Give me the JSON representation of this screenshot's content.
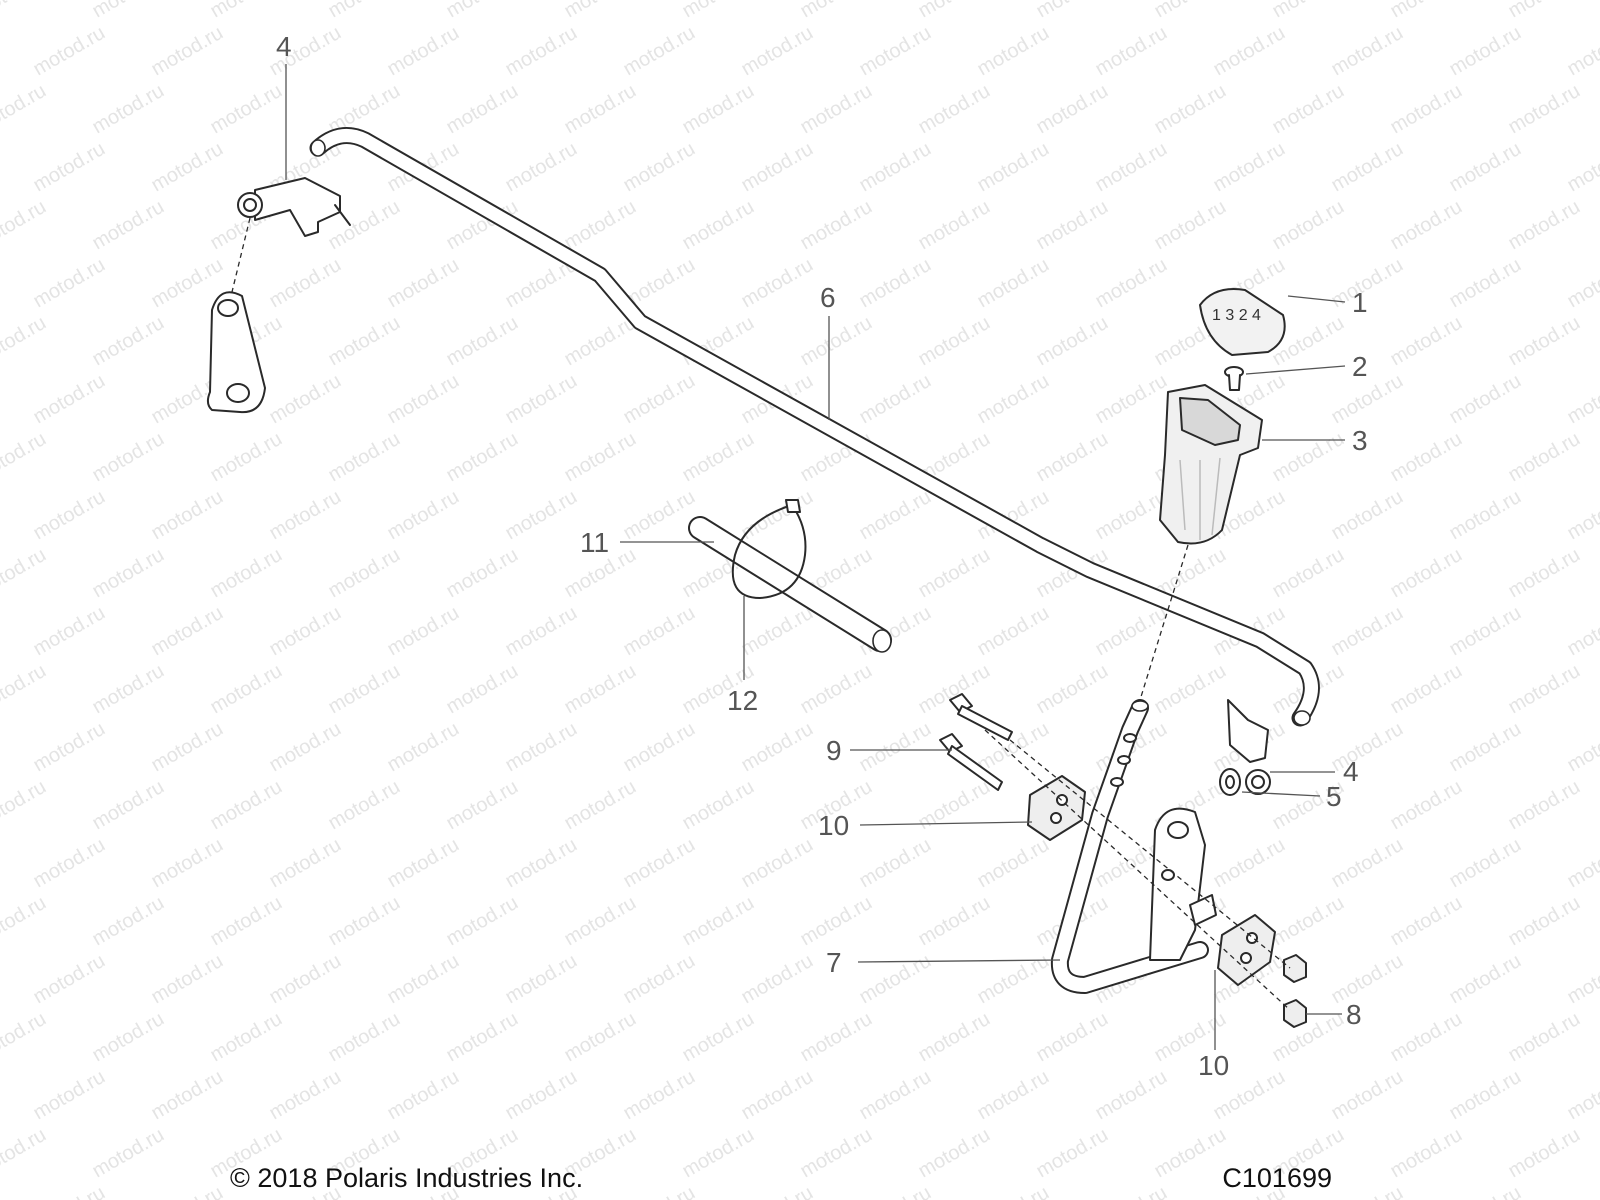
{
  "watermark": "motod.ru",
  "callouts": [
    "1",
    "2",
    "3",
    "4",
    "4",
    "5",
    "6",
    "7",
    "8",
    "9",
    "10",
    "10",
    "11",
    "12"
  ],
  "footer": {
    "copyright": "© 2018 Polaris Industries Inc.",
    "diagram_id": "C101699"
  }
}
